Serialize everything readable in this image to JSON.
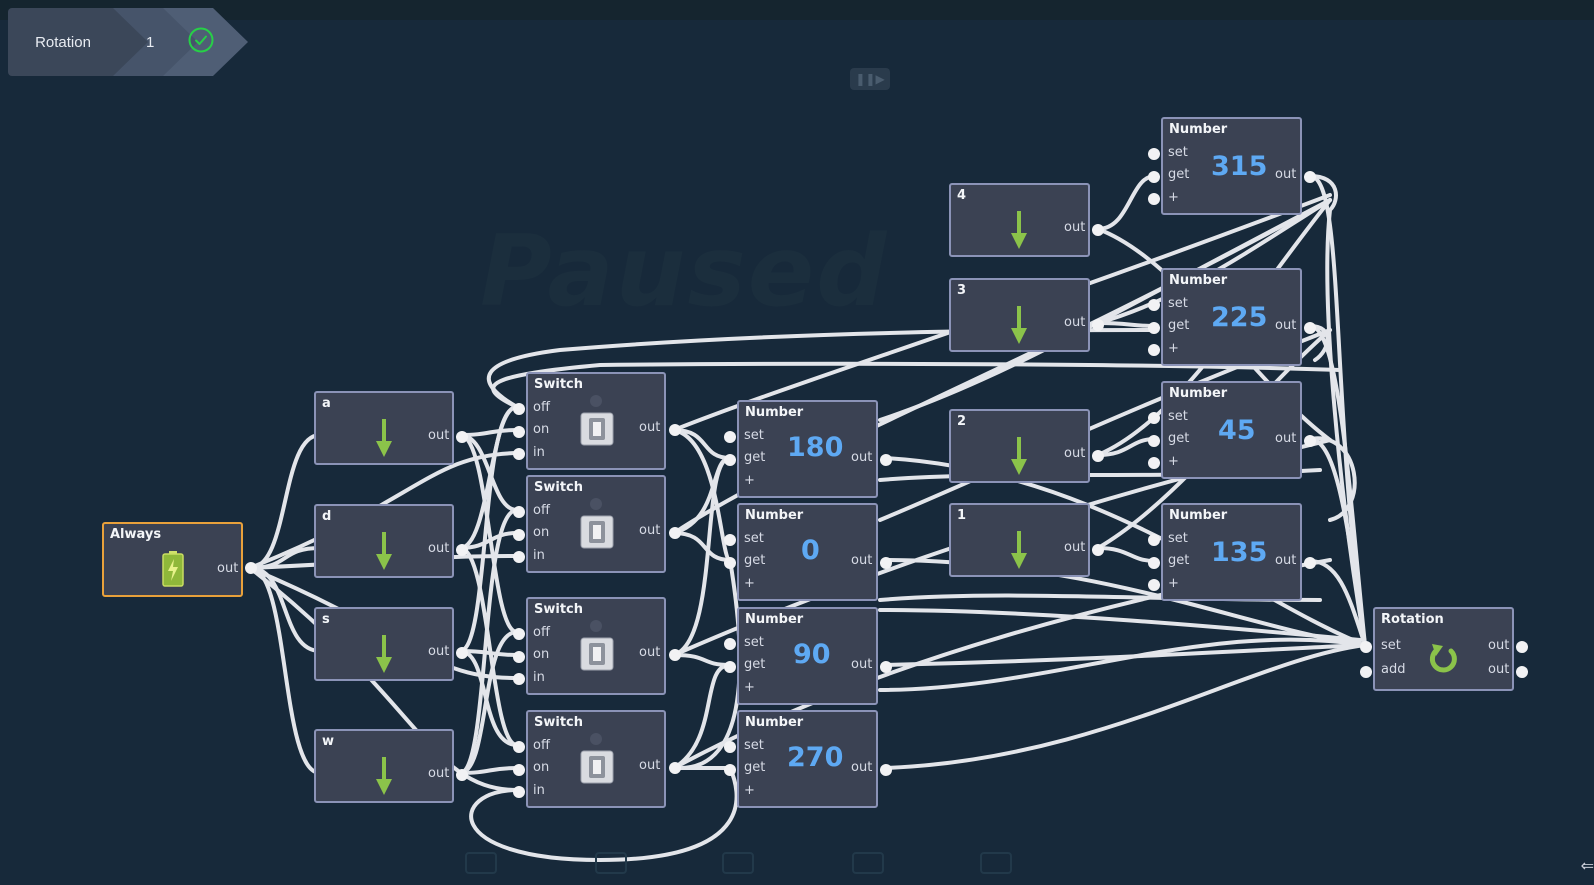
{
  "breadcrumb": {
    "root": "Rotation",
    "level": "1",
    "status_icon": "check-circle-icon"
  },
  "watermark": "Paused",
  "pause_button_icon": "pause-play-icon",
  "port_labels": {
    "out": "out",
    "set": "set",
    "get": "get",
    "plus": "+",
    "add": "add",
    "off": "off",
    "on": "on",
    "in": "in"
  },
  "nodes": {
    "always": {
      "title": "Always",
      "icon": "battery-icon"
    },
    "key_a": {
      "title": "a",
      "icon": "down-arrow-icon"
    },
    "key_d": {
      "title": "d",
      "icon": "down-arrow-icon"
    },
    "key_s": {
      "title": "s",
      "icon": "down-arrow-icon"
    },
    "key_w": {
      "title": "w",
      "icon": "down-arrow-icon"
    },
    "key_4": {
      "title": "4",
      "icon": "down-arrow-icon"
    },
    "key_3": {
      "title": "3",
      "icon": "down-arrow-icon"
    },
    "key_2": {
      "title": "2",
      "icon": "down-arrow-icon"
    },
    "key_1": {
      "title": "1",
      "icon": "down-arrow-icon"
    },
    "switch_1": {
      "title": "Switch",
      "icon": "toggle-switch-icon"
    },
    "switch_2": {
      "title": "Switch",
      "icon": "toggle-switch-icon"
    },
    "switch_3": {
      "title": "Switch",
      "icon": "toggle-switch-icon"
    },
    "switch_4": {
      "title": "Switch",
      "icon": "toggle-switch-icon"
    },
    "num_180": {
      "title": "Number",
      "value": "180"
    },
    "num_0": {
      "title": "Number",
      "value": "0"
    },
    "num_90": {
      "title": "Number",
      "value": "90"
    },
    "num_270": {
      "title": "Number",
      "value": "270"
    },
    "num_315": {
      "title": "Number",
      "value": "315"
    },
    "num_225": {
      "title": "Number",
      "value": "225"
    },
    "num_45": {
      "title": "Number",
      "value": "45"
    },
    "num_135": {
      "title": "Number",
      "value": "135"
    },
    "rotation": {
      "title": "Rotation",
      "icon": "rotate-icon"
    }
  },
  "colors": {
    "background": "#17293a",
    "node": "#3b4253",
    "node_border": "#8b93b7",
    "always_border": "#e9a13b",
    "number_text": "#5ea9f3",
    "arrow": "#8bc34a",
    "wire": "#eef0f4"
  }
}
